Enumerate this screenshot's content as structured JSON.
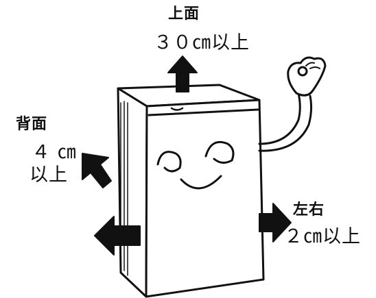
{
  "labels": {
    "top": {
      "heading": "上面",
      "value": "３０㎝以上"
    },
    "back": {
      "heading": "背面",
      "value_line1": "４ ㎝",
      "value_line2": "以上"
    },
    "sides": {
      "heading": "左右",
      "value": "２㎝以上"
    }
  },
  "colors": {
    "outline": "#111111",
    "background": "#ffffff",
    "arrow_fill": "#111111"
  },
  "icons": {
    "fridge": "smiling-refrigerator-icon",
    "hand": "ok-hand-icon",
    "arrow": "clearance-arrow-icon"
  }
}
